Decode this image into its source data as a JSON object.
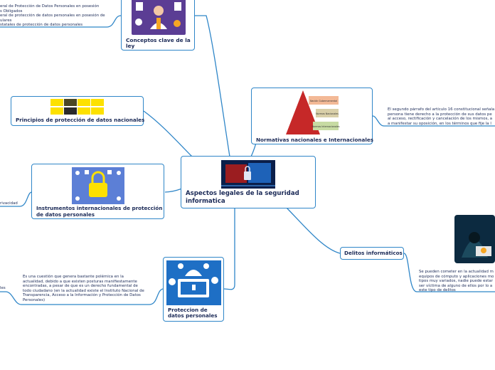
{
  "central": {
    "title": "Aspectos legales de la seguridad informatica"
  },
  "nodes": {
    "conceptos": {
      "title": "Conceptos clave de la ley"
    },
    "principios": {
      "title": "Principios de protección de datos nacionales"
    },
    "instrumentos": {
      "title": "Instrumentos internacionales de protección de datos personales"
    },
    "proteccion": {
      "title": "Proteccion de datos personales"
    },
    "normativas": {
      "title": "Normativas nacionales e Internacionales"
    },
    "delitos": {
      "title": "Delitos informáticos"
    }
  },
  "pyramid_labels": [
    "Nación Gubernamental",
    "Normas Nacionales",
    "Normas Internacionales"
  ],
  "notes": {
    "conceptos": [
      "eral de Protección de Datos Personales en posesión",
      "s Obligados",
      "eral de protección de datos personales en posesión de",
      "ulares",
      "statales de protección de datos personales"
    ],
    "instrumentos": [
      "rivacidad"
    ],
    "proteccion_left": [
      "les"
    ],
    "proteccion": [
      "Es una cuestión que genera bastante polémica en la",
      "actualidad, debido a que existen posturas manifiestamente",
      "encontradas, a pesar de que es un derecho fundamental de",
      "todo ciudadano (en la actualidad existe el Instituto Nacional de",
      "Transparencia, Acceso a la Información y Protección de Datos",
      "Personales)"
    ],
    "normativas": [
      "El segundo párrafo del artículo 16 constitucional señala",
      "persona tiene derecho a la protección de sus datos pe",
      "al acceso, rectificación y cancelación de los mismos, a",
      "a manifestar su oposición, en los términos que fije la l"
    ],
    "delitos": [
      "Se pueden cometer en la actualidad m",
      "equipos de cómputo y aplicaciones mo",
      "tipos muy variados, nadie puede estar",
      "ser víctima de alguno de ellos por lo a",
      "este tipo de delitos"
    ]
  },
  "colors": {
    "line": "#2f86c8",
    "text": "#1b2a57",
    "accent": "#fde100"
  }
}
